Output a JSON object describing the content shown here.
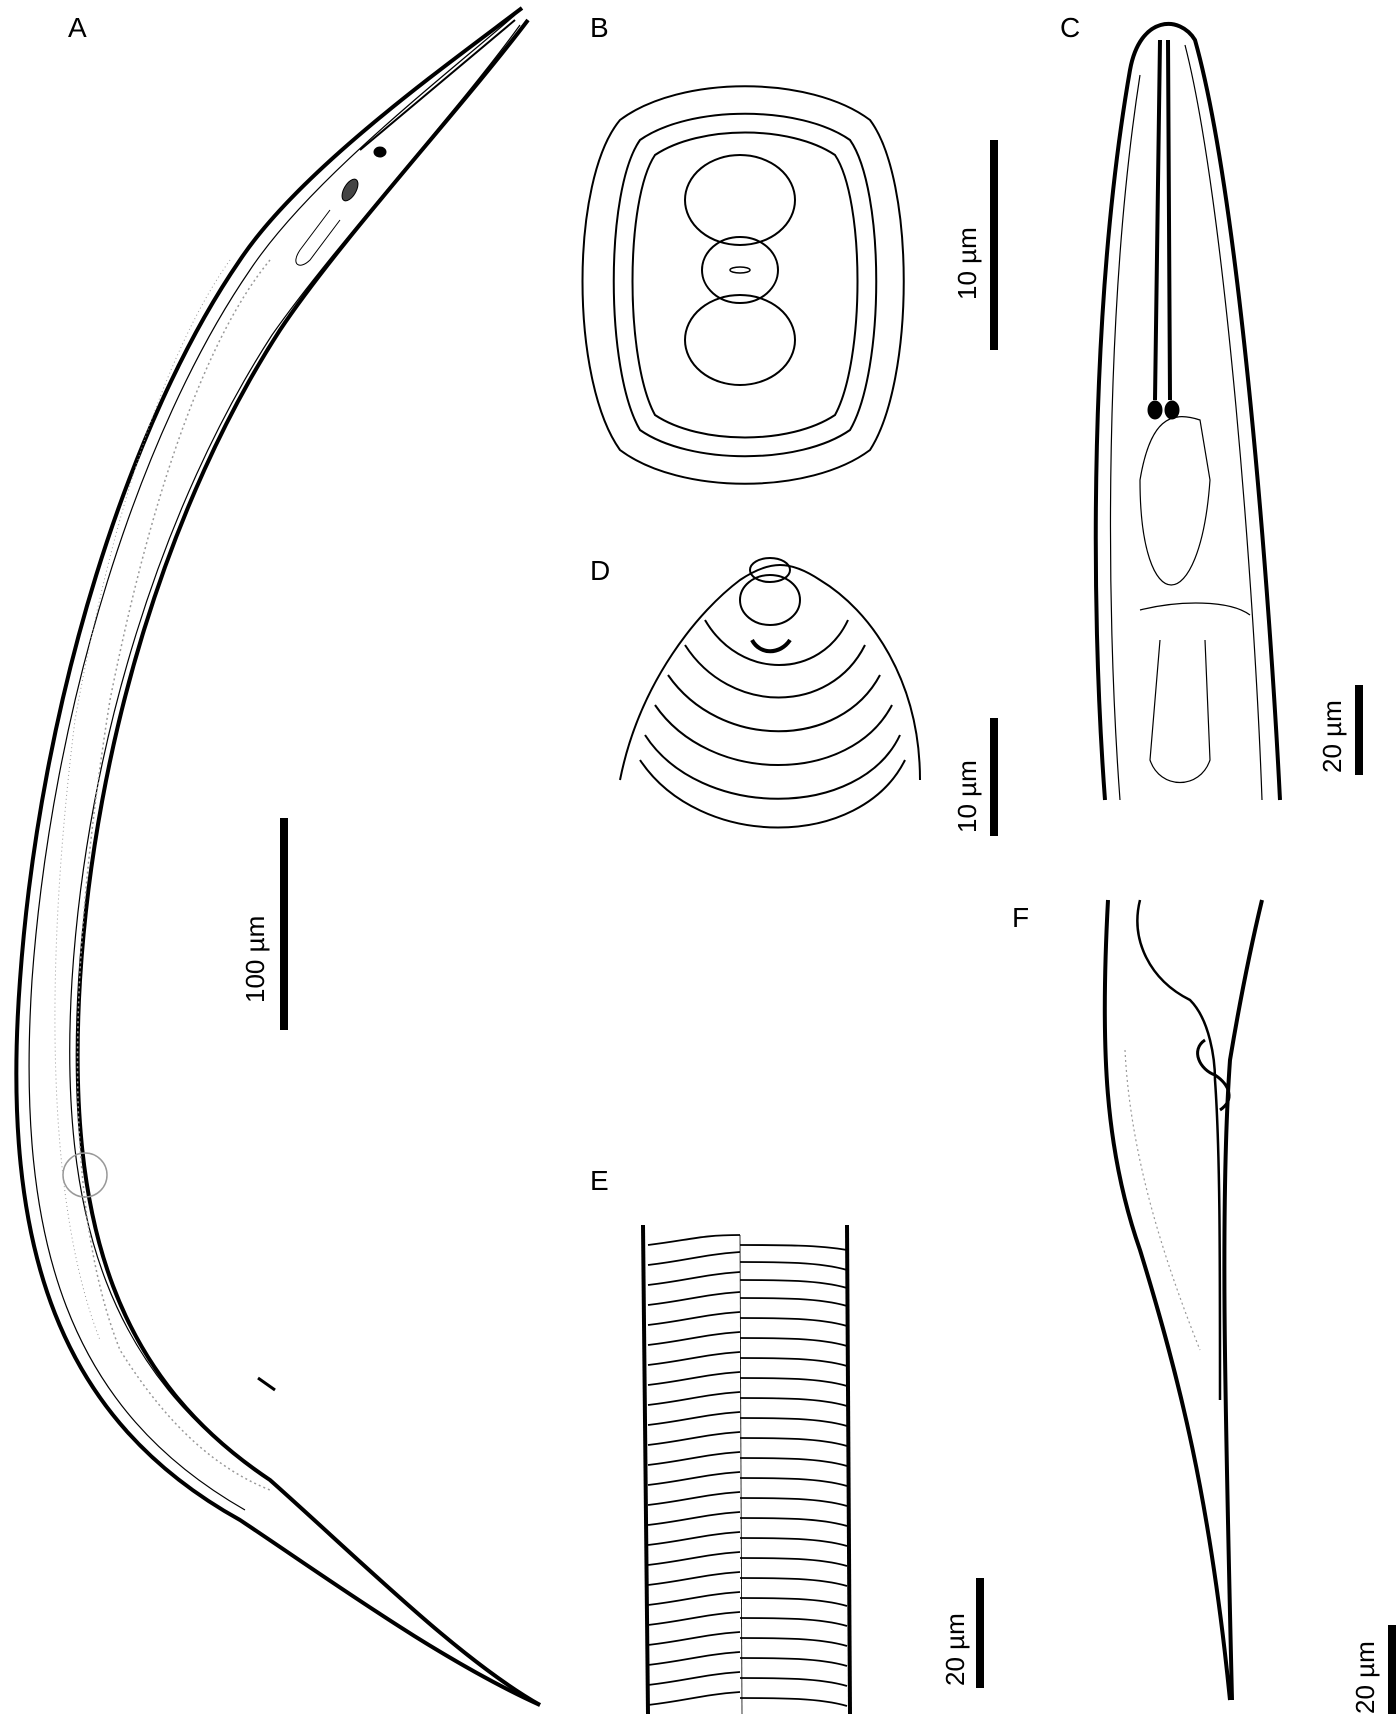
{
  "figure": {
    "panels": [
      {
        "id": "A",
        "label": "A",
        "scale": "100 µm"
      },
      {
        "id": "B",
        "label": "B",
        "scale": "10 µm"
      },
      {
        "id": "C",
        "label": "C",
        "scale": "20 µm"
      },
      {
        "id": "D",
        "label": "D",
        "scale": "10 µm"
      },
      {
        "id": "E",
        "label": "E",
        "scale": "20 µm"
      },
      {
        "id": "F",
        "label": "F",
        "scale": "20 µm"
      }
    ],
    "colors": {
      "ink": "#000000",
      "background": "#ffffff",
      "stipple": "#9a9a9a"
    }
  }
}
